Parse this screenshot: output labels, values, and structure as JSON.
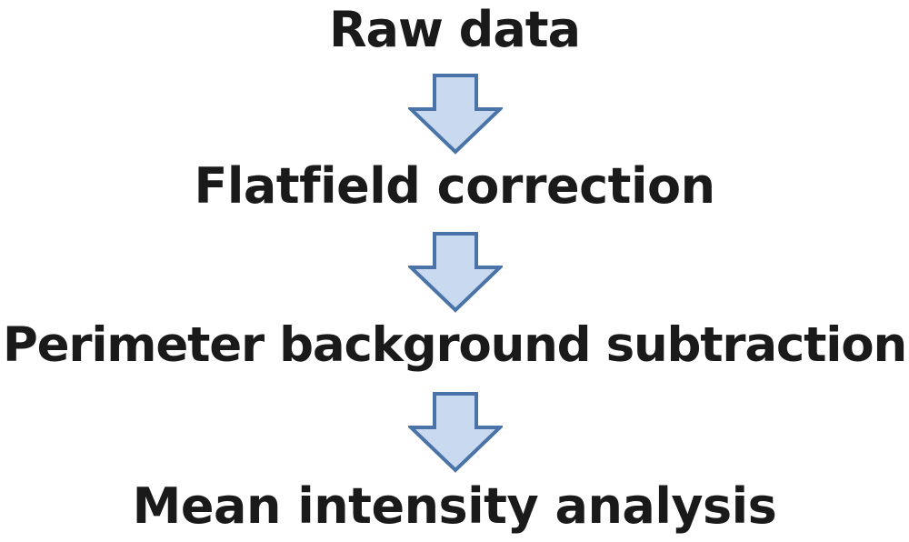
{
  "steps": [
    {
      "label": "Raw data"
    },
    {
      "label": "Flatfield correction"
    },
    {
      "label": "Perimeter background subtraction"
    },
    {
      "label": "Mean intensity analysis"
    }
  ],
  "colors": {
    "arrow_fill": "#c9daf0",
    "arrow_stroke": "#4a73a8",
    "text": "#1a1a1a",
    "background": "#ffffff"
  }
}
